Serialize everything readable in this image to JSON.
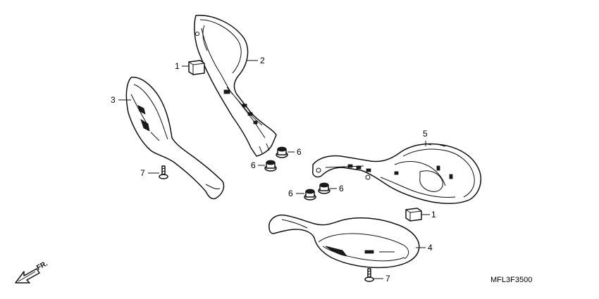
{
  "diagram": {
    "code": "MFL3F3500",
    "direction_label": "FR.",
    "callouts": [
      {
        "id": "c1a",
        "label": "1"
      },
      {
        "id": "c1b",
        "label": "1"
      },
      {
        "id": "c2",
        "label": "2"
      },
      {
        "id": "c3",
        "label": "3"
      },
      {
        "id": "c4",
        "label": "4"
      },
      {
        "id": "c5",
        "label": "5"
      },
      {
        "id": "c6a",
        "label": "6"
      },
      {
        "id": "c6b",
        "label": "6"
      },
      {
        "id": "c6c",
        "label": "6"
      },
      {
        "id": "c6d",
        "label": "6"
      },
      {
        "id": "c7a",
        "label": "7"
      },
      {
        "id": "c7b",
        "label": "7"
      }
    ]
  }
}
